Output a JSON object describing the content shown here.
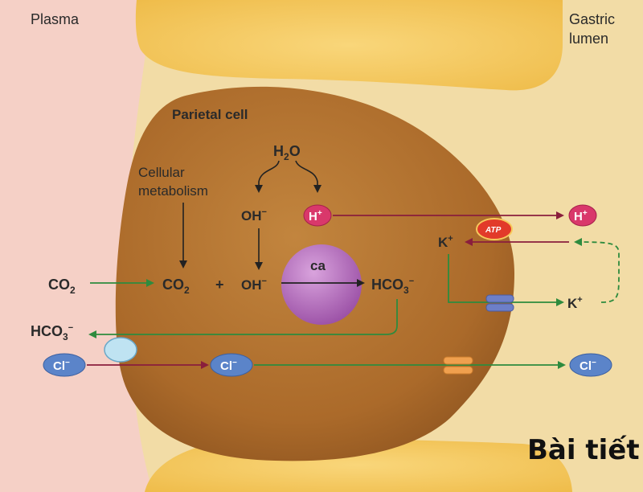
{
  "regions": {
    "plasma": "Plasma",
    "lumen_line1": "Gastric",
    "lumen_line2": "lumen",
    "cell": "Parietal cell"
  },
  "molecules": {
    "water": "H",
    "water_sub": "2",
    "water_tail": "O",
    "metab_line1": "Cellular",
    "metab_line2": "metabolism",
    "oh": "OH",
    "minus": "−",
    "plus_sign": "+",
    "h": "H",
    "plus": "+",
    "k": "K",
    "co2": "CO",
    "co2_sub": "2",
    "hco3": "HCO",
    "hco3_sub": "3",
    "cl": "Cl",
    "enzyme": "ca",
    "atp": "ATP"
  },
  "caption": "Bài tiết",
  "colors": {
    "plasma": "#f5d0c6",
    "lumen": "#f2dca6",
    "cell": "#b26f2c",
    "neighbor": "#f7c95c",
    "green_arrow": "#2e8b3e",
    "red_arrow": "#8a1e3c",
    "proton": "#d9386b",
    "ion_blue": "#5b84c9",
    "enzyme": "#a65bb0",
    "atp": "#e23a2a"
  }
}
